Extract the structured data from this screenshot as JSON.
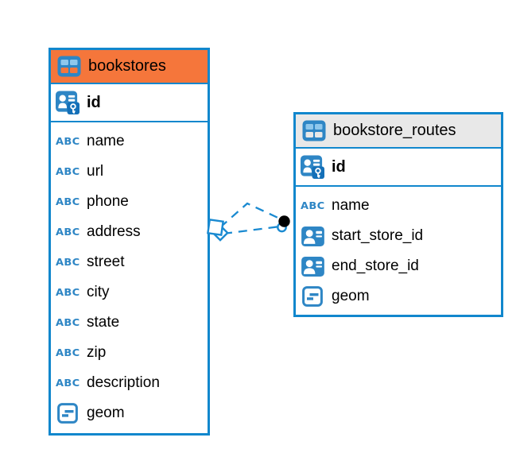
{
  "app": {
    "view": "entity-relationship-diagram"
  },
  "colors": {
    "table_border_blue": "#1187cd",
    "icon_blue": "#2e86c5",
    "bookstores_header_orange": "#f5763b",
    "routes_header_gray": "#e8e8e8",
    "relationship_line_blue": "#1a8ad1",
    "text": "#000000"
  },
  "icons": {
    "text_type_label": "ABC"
  },
  "tables": [
    {
      "name": "bookstores",
      "header_style": "orange",
      "primary_key": {
        "name": "id",
        "type": "primary-key"
      },
      "columns": [
        {
          "name": "name",
          "type": "text"
        },
        {
          "name": "url",
          "type": "text"
        },
        {
          "name": "phone",
          "type": "text"
        },
        {
          "name": "address",
          "type": "text"
        },
        {
          "name": "street",
          "type": "text"
        },
        {
          "name": "city",
          "type": "text"
        },
        {
          "name": "state",
          "type": "text"
        },
        {
          "name": "zip",
          "type": "text"
        },
        {
          "name": "description",
          "type": "text"
        },
        {
          "name": "geom",
          "type": "geometry"
        }
      ]
    },
    {
      "name": "bookstore_routes",
      "header_style": "gray",
      "primary_key": {
        "name": "id",
        "type": "primary-key"
      },
      "columns": [
        {
          "name": "name",
          "type": "text"
        },
        {
          "name": "start_store_id",
          "type": "reference"
        },
        {
          "name": "end_store_id",
          "type": "reference"
        },
        {
          "name": "geom",
          "type": "geometry"
        }
      ]
    }
  ],
  "relationship": {
    "from_table": "bookstores",
    "to_table": "bookstore_routes",
    "line_style": "dashed",
    "line_count": 2,
    "from_marker": "diamond",
    "to_marker": "dot"
  }
}
